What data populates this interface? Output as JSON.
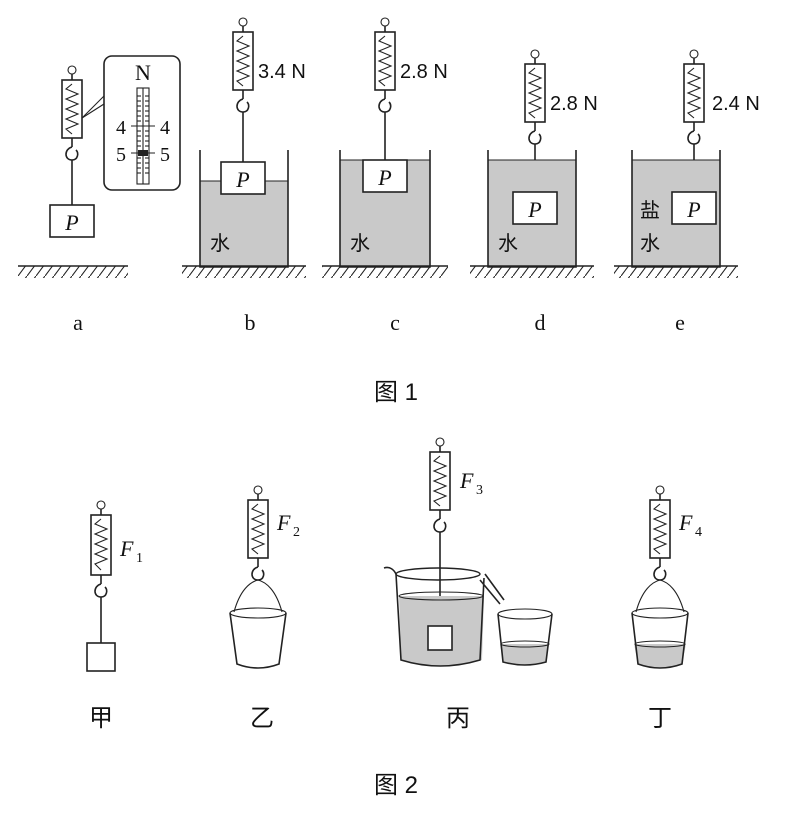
{
  "figure1": {
    "caption": "图 1",
    "block_label": "P",
    "dial": {
      "unit": "N",
      "tick_left_top": "4",
      "tick_right_top": "4",
      "tick_left_bottom": "5",
      "tick_right_bottom": "5"
    },
    "panels": [
      {
        "id": "a",
        "label": "a",
        "reading": "",
        "liquid": ""
      },
      {
        "id": "b",
        "label": "b",
        "reading": "3.4 N",
        "liquid": "水"
      },
      {
        "id": "c",
        "label": "c",
        "reading": "2.8 N",
        "liquid": "水"
      },
      {
        "id": "d",
        "label": "d",
        "reading": "2.8 N",
        "liquid": "水"
      },
      {
        "id": "e",
        "label": "e",
        "reading": "2.4 N",
        "liquid_top": "盐",
        "liquid_bottom": "水"
      }
    ]
  },
  "figure2": {
    "caption": "图 2",
    "panels": [
      {
        "id": "jia",
        "label": "甲",
        "force": "F",
        "sub": "1"
      },
      {
        "id": "yi",
        "label": "乙",
        "force": "F",
        "sub": "2"
      },
      {
        "id": "bing",
        "label": "丙",
        "force": "F",
        "sub": "3"
      },
      {
        "id": "ding",
        "label": "丁",
        "force": "F",
        "sub": "4"
      }
    ]
  }
}
